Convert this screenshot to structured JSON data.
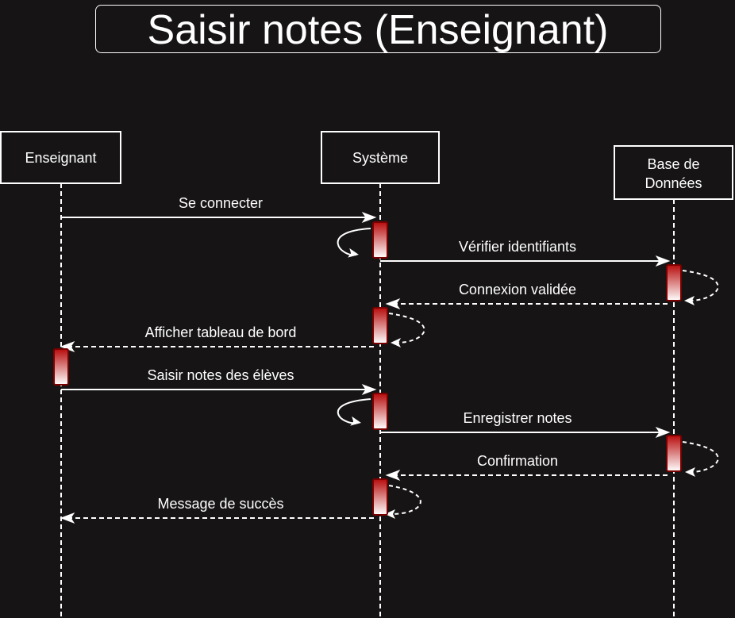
{
  "title": "Saisir notes (Enseignant)",
  "participants": [
    {
      "id": "enseignant",
      "lines": [
        "Enseignant"
      ]
    },
    {
      "id": "systeme",
      "lines": [
        "Système"
      ]
    },
    {
      "id": "bdd",
      "lines": [
        "Base de",
        "Données"
      ]
    }
  ],
  "messages": [
    {
      "label": "Se connecter",
      "from": "enseignant",
      "to": "systeme",
      "style": "solid"
    },
    {
      "label": "Vérifier identifiants",
      "from": "systeme",
      "to": "bdd",
      "style": "solid"
    },
    {
      "label": "Connexion validée",
      "from": "bdd",
      "to": "systeme",
      "style": "dashed"
    },
    {
      "label": "Afficher tableau de bord",
      "from": "systeme",
      "to": "enseignant",
      "style": "dashed"
    },
    {
      "label": "Saisir notes des élèves",
      "from": "enseignant",
      "to": "systeme",
      "style": "solid"
    },
    {
      "label": "Enregistrer notes",
      "from": "systeme",
      "to": "bdd",
      "style": "solid"
    },
    {
      "label": "Confirmation",
      "from": "bdd",
      "to": "systeme",
      "style": "dashed"
    },
    {
      "label": "Message de succès",
      "from": "systeme",
      "to": "enseignant",
      "style": "dashed"
    }
  ],
  "colors": {
    "background": "#161415",
    "foreground": "#ffffff",
    "activation_top": "#b80c0c",
    "activation_bottom": "#ffffff",
    "activation_border": "#7a0000"
  }
}
